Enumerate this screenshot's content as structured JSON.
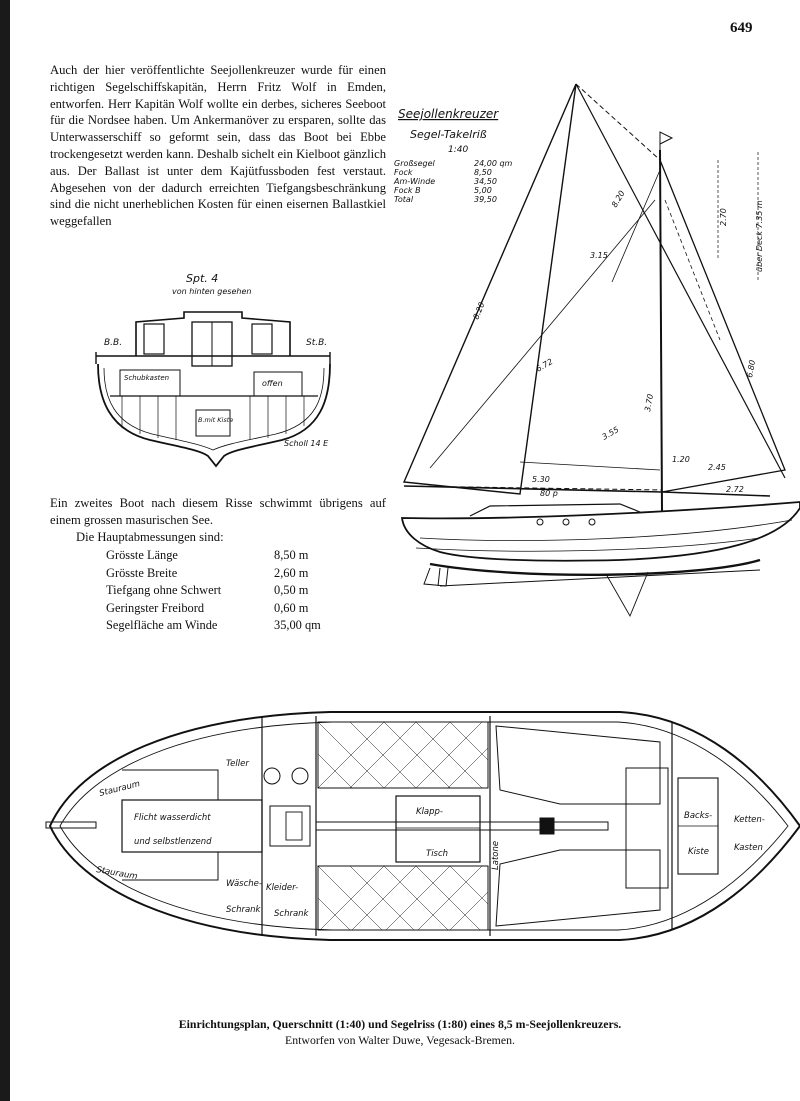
{
  "page_number": "649",
  "intro_paragraph": "Auch der hier veröffentlichte Seejollenkreuzer wurde für einen richtigen Segelschiffskapitän, Herrn Fritz Wolf in Emden, entworfen. Herr Kapitän Wolf wollte ein derbes, sicheres Seeboot für die Nordsee haben. Um Ankermanöver zu ersparen, sollte das Unterwasserschiff so geformt sein, dass das Boot bei Ebbe trockengesetzt werden kann. Deshalb sichelt ein Kielboot gänzlich aus. Der Ballast ist unter dem Kajütfussboden fest verstaut. Abgesehen von der dadurch erreichten Tiefgangsbeschränkung sind die nicht unerheblichen Kosten für einen eisernen Ballastkiel weggefallen",
  "second_paragraph": "Ein zweites Boot nach diesem Risse schwimmt übrigens auf einem grossen masurischen See.",
  "dimensions_label": "Die Hauptabmessungen sind:",
  "dimensions": [
    {
      "name": "Grösste Länge",
      "value": "8,50 m"
    },
    {
      "name": "Grösste Breite",
      "value": "2,60 m"
    },
    {
      "name": "Tiefgang ohne Schwert",
      "value": "0,50 m"
    },
    {
      "name": "Geringster Freibord",
      "value": "0,60 m"
    },
    {
      "name": "Segelfläche am Winde",
      "value": "35,00 qm"
    }
  ],
  "cross_section": {
    "title": "Spt. 4",
    "subtitle": "von hinten gesehen",
    "bb": "B.B.",
    "stb": "St.B.",
    "schubkasten": "Schubkasten",
    "offen": "offen",
    "ballast": "B.mit Kiste",
    "scholl": "Scholl 14 E"
  },
  "sail_plan": {
    "title": "Seejollenkreuzer",
    "subtitle": "Segel-Takelriß",
    "scale": "1:40",
    "areas": [
      {
        "name": "Großsegel",
        "value": "24,00 qm"
      },
      {
        "name": "Fock",
        "value": "8,50"
      },
      {
        "name": "Am-Winde",
        "value": "34,50"
      },
      {
        "name": "Fock B",
        "value": "5,00"
      },
      {
        "name": "Total",
        "value": "39,50"
      }
    ],
    "dims": [
      "8.20",
      "6.72",
      "5.30",
      "3.55",
      "2.45",
      "2.72",
      "3.15",
      "8.20",
      "6.80",
      "1.20",
      "3.70"
    ],
    "side_labels": [
      "2.70",
      "über Deck 7.35 m"
    ],
    "boom_label": "80 p"
  },
  "deck_plan": {
    "stauraum_top": "Stauraum",
    "stauraum_bottom": "Stauraum",
    "flicht": "Flicht wasserdicht",
    "selbst": "und selbstlenzend",
    "teller": "Teller",
    "wasche": "Wäsche-",
    "kleider": "Kleider-",
    "schrank1": "Schrank",
    "schrank2": "Schrank",
    "klapp": "Klapp-",
    "tisch": "Tisch",
    "latone": "Latone",
    "backs": "Backs-",
    "kiste": "Kiste",
    "ketten": "Ketten-",
    "kasten": "Kasten"
  },
  "caption_line1": "Einrichtungsplan, Querschnitt (1:40) und Segelriss (1:80) eines 8,5 m-Seejollenkreuzers.",
  "caption_line2": "Entworfen von Walter Duwe, Vegesack-Bremen."
}
